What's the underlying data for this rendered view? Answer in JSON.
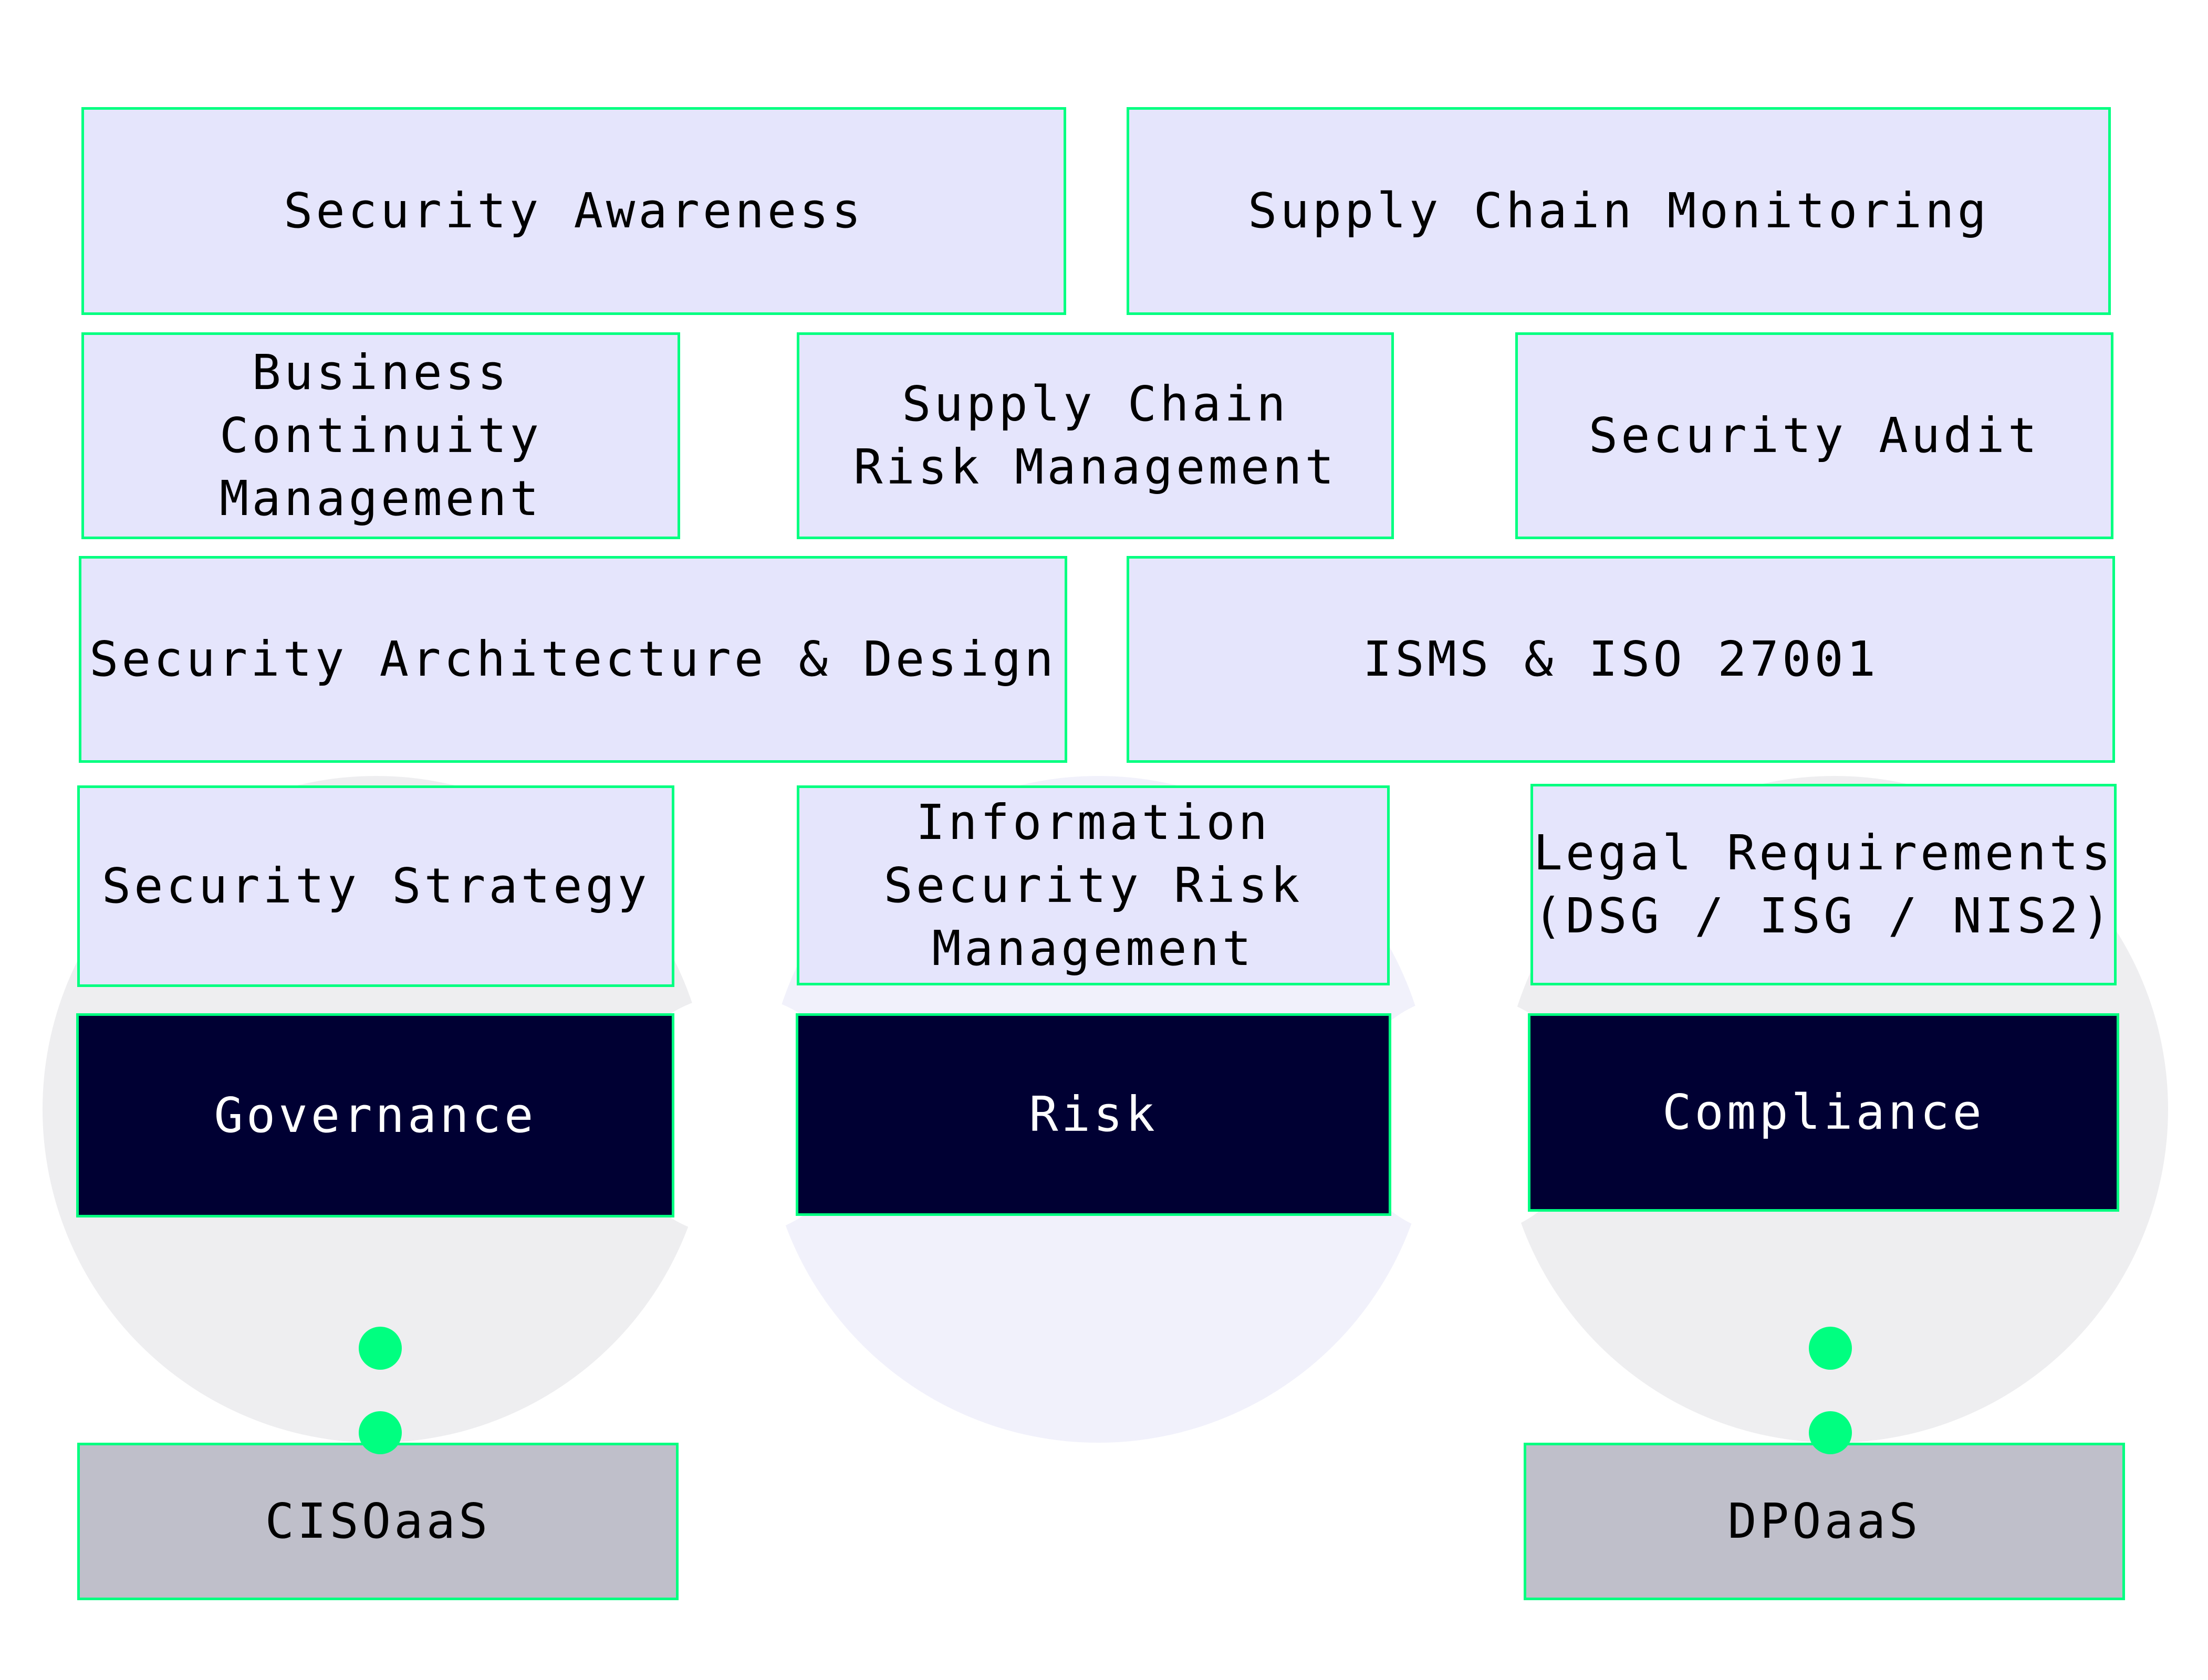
{
  "colors": {
    "border": "#00ff80",
    "light_box": "#e5e5fc",
    "dark_box": "#000033",
    "service_box": "#bfbfca",
    "circle_gray": "#eeeef0",
    "circle_lavender": "#f1f1fb",
    "dot": "#00ff80"
  },
  "rows": {
    "row1": [
      "Security Awareness",
      "Supply Chain Monitoring"
    ],
    "row2": [
      "Business\nContinuity\nManagement",
      "Supply Chain\nRisk Management",
      "Security Audit"
    ],
    "row3": [
      "Security Architecture & Design",
      "ISMS & ISO 27001"
    ],
    "row4": [
      "Security Strategy",
      "Information\nSecurity Risk\nManagement",
      "Legal Requirements\n(DSG / ISG / NIS2)"
    ]
  },
  "pillars": [
    "Governance",
    "Risk",
    "Compliance"
  ],
  "services": [
    "CISOaaS",
    "DPOaaS"
  ]
}
